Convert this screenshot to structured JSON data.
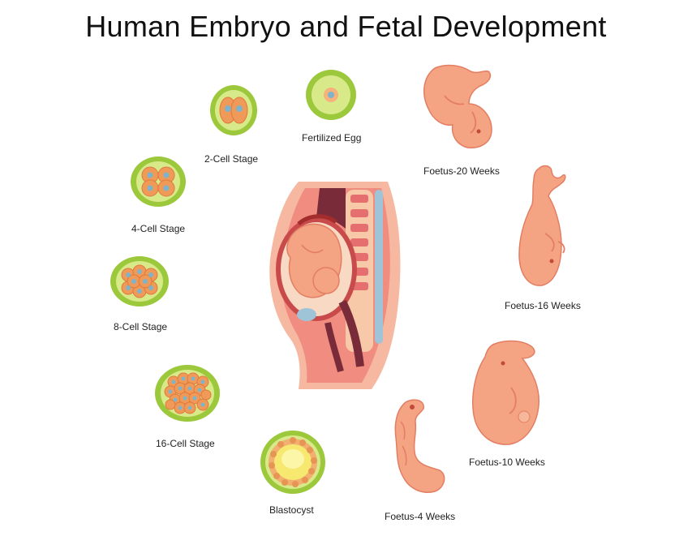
{
  "title": "Human Embryo and Fetal Development",
  "stages": {
    "fertilized_egg": "Fertilized Egg",
    "two_cell": "2-Cell Stage",
    "four_cell": "4-Cell Stage",
    "eight_cell": "8-Cell Stage",
    "sixteen_cell": "16-Cell Stage",
    "blastocyst": "Blastocyst",
    "foetus_4": "Foetus-4 Weeks",
    "foetus_10": "Foetus-10 Weeks",
    "foetus_16": "Foetus-16 Weeks",
    "foetus_20": "Foetus-20 Weeks"
  },
  "colors": {
    "shell": "#9cc83c",
    "shell_inner": "#d8e98a",
    "cell": "#f09a5a",
    "nucleus": "#7fb3c9",
    "skin": "#f4a383",
    "skin_dark": "#e37e63"
  }
}
